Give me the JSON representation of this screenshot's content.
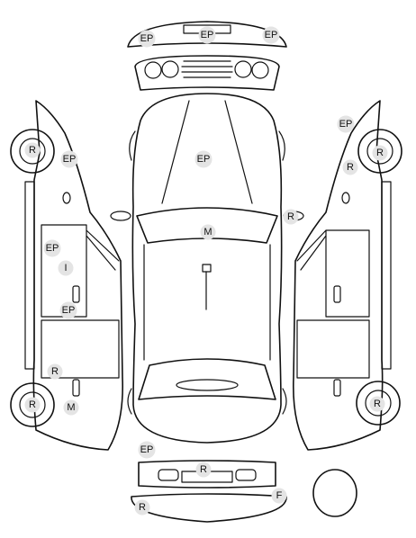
{
  "colors": {
    "line": "#111111",
    "badge_fill": "#e4e4e4",
    "background": "#ffffff"
  },
  "markers": [
    {
      "label": "EP"
    },
    {
      "label": "EP"
    },
    {
      "label": "EP"
    },
    {
      "label": "EP"
    },
    {
      "label": "M"
    },
    {
      "label": "R"
    },
    {
      "label": "R"
    },
    {
      "label": "EP"
    },
    {
      "label": "EP"
    },
    {
      "label": "I"
    },
    {
      "label": "EP"
    },
    {
      "label": "R"
    },
    {
      "label": "R"
    },
    {
      "label": "M"
    },
    {
      "label": "EP"
    },
    {
      "label": "R"
    },
    {
      "label": "R"
    },
    {
      "label": "R"
    },
    {
      "label": "EP"
    },
    {
      "label": "R"
    },
    {
      "label": "F"
    },
    {
      "label": "R"
    }
  ]
}
